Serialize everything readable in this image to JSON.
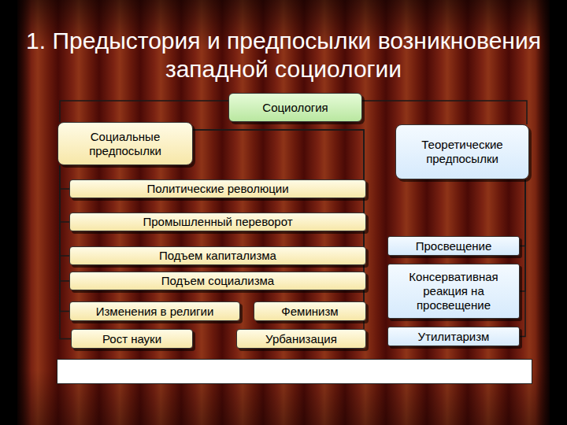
{
  "diagram": {
    "title": "1. Предыстория и предпосылки возникновения западной социологии",
    "nodes": [
      {
        "text": [
          "Социология"
        ]
      },
      {
        "text": [
          "Социальные предпосылки"
        ]
      },
      {
        "text": [
          "Теоретические предпосылки"
        ]
      },
      {
        "text": [
          "Политические революции"
        ]
      },
      {
        "text": [
          "Промышленный переворот"
        ]
      },
      {
        "text": [
          "Просвещение"
        ]
      },
      {
        "text": [
          "Подъем капитализма"
        ]
      },
      {
        "text": [
          "Подъем социализма"
        ]
      },
      {
        "text": [
          "Консервативная реакция на просвещение"
        ]
      },
      {
        "text": [
          "Изменения в религии"
        ]
      },
      {
        "text": [
          "Феминизм"
        ]
      },
      {
        "text": [
          "Рост науки"
        ]
      },
      {
        "text": [
          "Урбанизация"
        ]
      },
      {
        "text": [
          "Утилитаризм"
        ]
      }
    ],
    "edges": [
      {
        "from": 0,
        "to": 1,
        "arrow": "none"
      },
      {
        "from": 0,
        "to": 2,
        "arrow": "none"
      },
      {
        "from": 1,
        "to": 3,
        "arrow": "none"
      },
      {
        "from": 1,
        "to": 4,
        "arrow": "none"
      },
      {
        "from": 1,
        "to": 6,
        "arrow": "none"
      },
      {
        "from": 1,
        "to": 7,
        "arrow": "none"
      },
      {
        "from": 1,
        "to": 9,
        "arrow": "none"
      },
      {
        "from": 1,
        "to": 10,
        "arrow": "none"
      },
      {
        "from": 1,
        "to": 11,
        "arrow": "none"
      },
      {
        "from": 1,
        "to": 12,
        "arrow": "none"
      },
      {
        "from": 2,
        "to": 5,
        "arrow": "none"
      },
      {
        "from": 2,
        "to": 8,
        "arrow": "none"
      },
      {
        "from": 2,
        "to": 13,
        "arrow": "none"
      }
    ]
  }
}
